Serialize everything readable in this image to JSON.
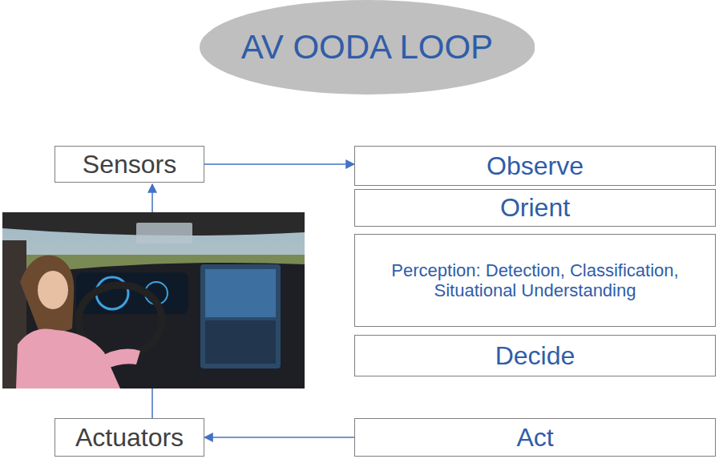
{
  "diagram": {
    "nodes": [
      {
        "text": [
          "AV OODA LOOP"
        ]
      },
      {
        "text": [
          "Sensors"
        ]
      },
      {
        "text": [
          "Observe"
        ]
      },
      {
        "text": [
          "Orient"
        ]
      },
      {
        "text": [
          "Perception: Detection, Classification, Situational Understanding"
        ]
      },
      {
        "text": [
          "Decide"
        ]
      },
      {
        "text": [
          "Actuators"
        ]
      },
      {
        "text": [
          "Act"
        ]
      }
    ],
    "edges": [
      {
        "from": 1,
        "to": 2,
        "arrow": "to"
      },
      {
        "from": 7,
        "to": 6,
        "arrow": "to"
      }
    ]
  }
}
